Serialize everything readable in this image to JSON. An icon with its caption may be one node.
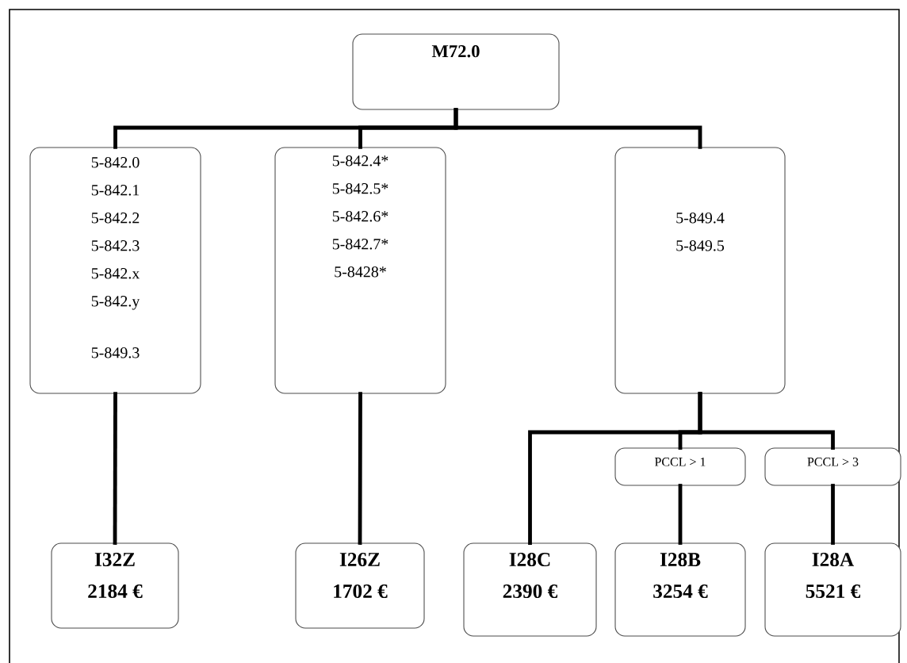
{
  "diagram": {
    "nodes": [
      {
        "text": [
          "M72.0"
        ]
      },
      {
        "text": [
          "5-842.0",
          "5-842.1",
          "5-842.2",
          "5-842.3",
          "5-842.x",
          "5-842.y",
          "5-849.3"
        ]
      },
      {
        "text": [
          "5-842.4*",
          "5-842.5*",
          "5-842.6*",
          "5-842.7*",
          "5-8428*"
        ]
      },
      {
        "text": [
          "5-849.4",
          "5-849.5"
        ]
      },
      {
        "text": [
          "I32Z",
          "2184 €"
        ]
      },
      {
        "text": [
          "I26Z",
          "1702 €"
        ]
      },
      {
        "text": [
          "I28C",
          "2390 €"
        ]
      },
      {
        "text": [
          "PCCL > 1"
        ]
      },
      {
        "text": [
          "I28B",
          "3254 €"
        ]
      },
      {
        "text": [
          "PCCL > 3"
        ]
      },
      {
        "text": [
          "I28A",
          "5521 €"
        ]
      }
    ],
    "edges": [
      {
        "from": 0,
        "to": 1,
        "arrow": "none"
      },
      {
        "from": 0,
        "to": 2,
        "arrow": "none"
      },
      {
        "from": 0,
        "to": 3,
        "arrow": "none"
      },
      {
        "from": 1,
        "to": 4,
        "arrow": "none"
      },
      {
        "from": 2,
        "to": 5,
        "arrow": "none"
      },
      {
        "from": 3,
        "to": 6,
        "arrow": "none"
      },
      {
        "from": 3,
        "to": 7,
        "arrow": "none"
      },
      {
        "from": 3,
        "to": 9,
        "arrow": "none"
      },
      {
        "from": 7,
        "to": 8,
        "arrow": "none"
      },
      {
        "from": 9,
        "to": 10,
        "arrow": "none"
      }
    ]
  }
}
